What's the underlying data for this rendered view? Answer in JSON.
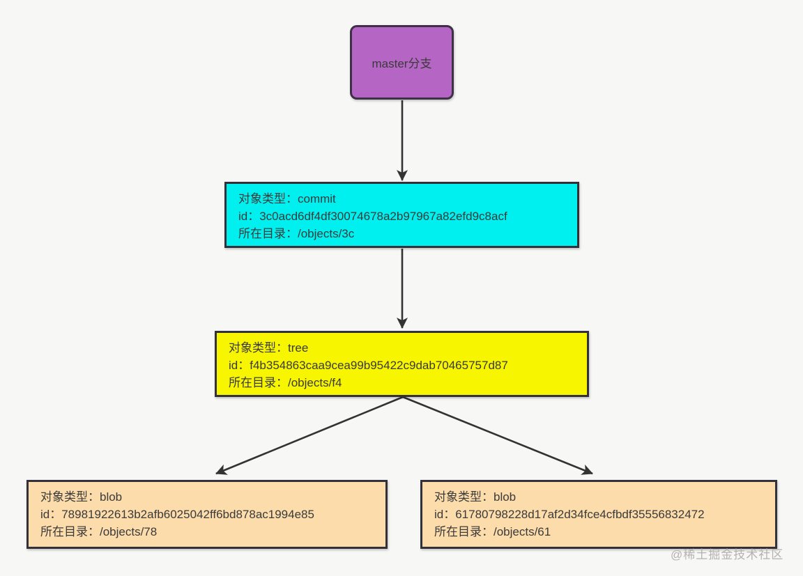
{
  "colors": {
    "background": "#f7f7f6",
    "branch_fill": "#b566c5",
    "commit_fill": "#00f0f0",
    "tree_fill": "#f7f500",
    "blob_fill": "#fcdcab",
    "border": "#333333",
    "arrow": "#333333",
    "text": "#3a3a3a",
    "watermark": "#b5b2b0"
  },
  "branch": {
    "label": "master分支"
  },
  "nodes": [
    {
      "name": "commit-node",
      "lines": [
        "对象类型：commit",
        "id：3c0acd6df4df30074678a2b97967a82efd9c8acf",
        "所在目录：/objects/3c"
      ]
    },
    {
      "name": "tree-node",
      "lines": [
        "对象类型：tree",
        "id：f4b354863caa9cea99b95422c9dab70465757d87",
        "所在目录：/objects/f4"
      ]
    },
    {
      "name": "blob-left-node",
      "lines": [
        "对象类型：blob",
        "id：78981922613b2afb6025042ff6bd878ac1994e85",
        "所在目录：/objects/78"
      ]
    },
    {
      "name": "blob-right-node",
      "lines": [
        "对象类型：blob",
        "id：61780798228d17af2d34fce4cfbdf35556832472",
        "所在目录：/objects/61"
      ]
    }
  ],
  "watermark": {
    "text": "@稀土掘金技术社区"
  }
}
